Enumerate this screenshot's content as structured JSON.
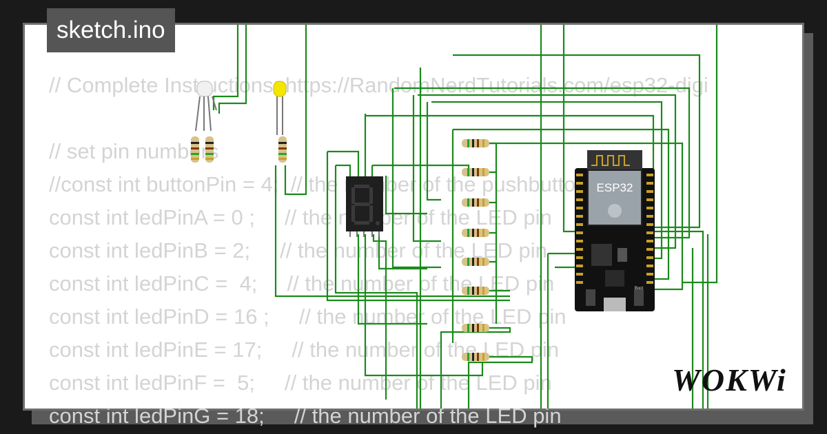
{
  "project": {
    "filename": "sketch.ino",
    "brand": "WOKWi"
  },
  "code_lines": [
    "// Complete Instructions: https://RandomNerdTutorials.com/esp32-digi",
    "",
    "// set pin numbers",
    "//const int buttonPin = 4;  // the number of the pushbutton pin",
    "const int ledPinA = 0 ;     // the number of the LED pin",
    "const int ledPinB = 2;     // the number of the LED pin",
    "const int ledPinC =  4;     // the number of the LED pin",
    "const int ledPinD = 16 ;     // the number of the LED pin",
    "const int ledPinE = 17;     // the number of the LED pin",
    "const int ledPinF =  5;     // the number of the LED pin",
    "const int ledPinG = 18;     // the number of the LED pin"
  ],
  "board": {
    "label": "ESP32",
    "boot_label": "Boot"
  },
  "colors": {
    "wire": "#1a8a1a",
    "background": "#1a1a1a",
    "card": "#ffffff",
    "tab": "#555555"
  }
}
